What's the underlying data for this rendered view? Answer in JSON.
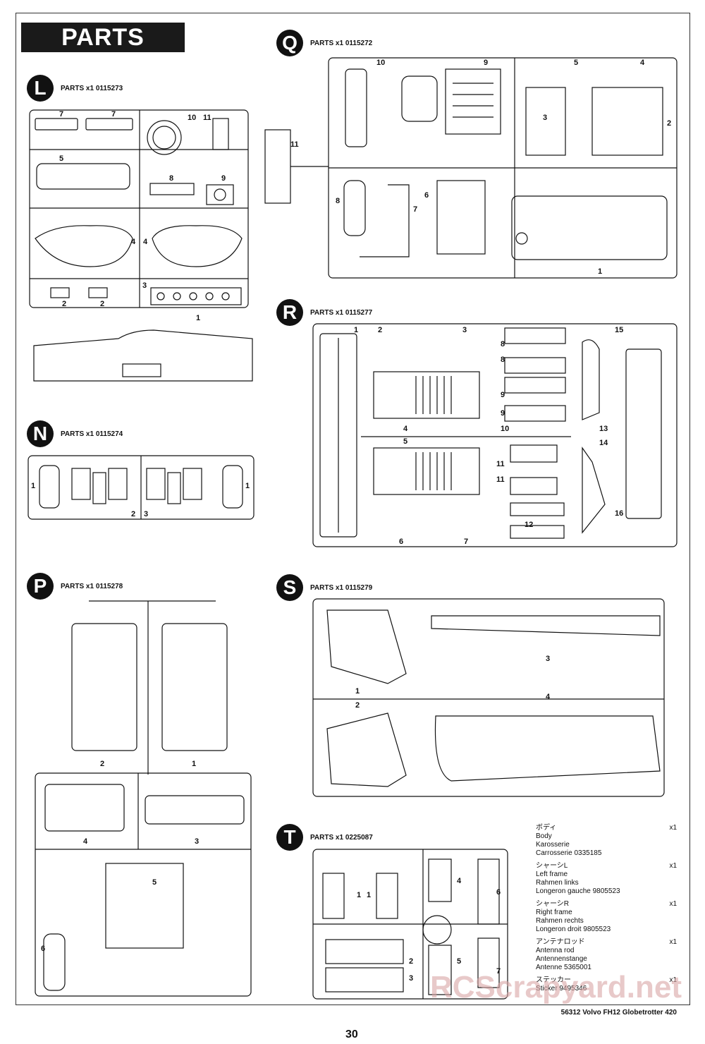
{
  "header": {
    "title": "PARTS"
  },
  "sections": {
    "L": {
      "badge": "L",
      "label": "PARTS x1   0115273"
    },
    "Q": {
      "badge": "Q",
      "label": "PARTS x1   0115272"
    },
    "N": {
      "badge": "N",
      "label": "PARTS x1   0115274"
    },
    "R": {
      "badge": "R",
      "label": "PARTS x1   0115277"
    },
    "P": {
      "badge": "P",
      "label": "PARTS x1   0115278"
    },
    "S": {
      "badge": "S",
      "label": "PARTS x1   0115279"
    },
    "T": {
      "badge": "T",
      "label": "PARTS x1   0225087"
    }
  },
  "legend": [
    {
      "jp": "ボディ",
      "qty": "x1",
      "lines": [
        "Body",
        "Karosserie",
        "Carrosserie   0335185"
      ]
    },
    {
      "jp": "シャーシL",
      "qty": "x1",
      "lines": [
        "Left frame",
        "Rahmen links",
        "Longeron gauche   9805523"
      ]
    },
    {
      "jp": "シャーシR",
      "qty": "x1",
      "lines": [
        "Right frame",
        "Rahmen rechts",
        "Longeron droit   9805523"
      ]
    },
    {
      "jp": "アンテナロッド",
      "qty": "x1",
      "lines": [
        "Antenna rod",
        "Antennenstange",
        "Antenne   5365001"
      ]
    },
    {
      "jp": "ステッカー",
      "qty": "x1",
      "lines": [
        "Sticker   9495346"
      ]
    }
  ],
  "footer": {
    "model": "56312 Volvo FH12 Globetrotter 420",
    "page": "30"
  },
  "watermark": "RCScrapyard.net"
}
